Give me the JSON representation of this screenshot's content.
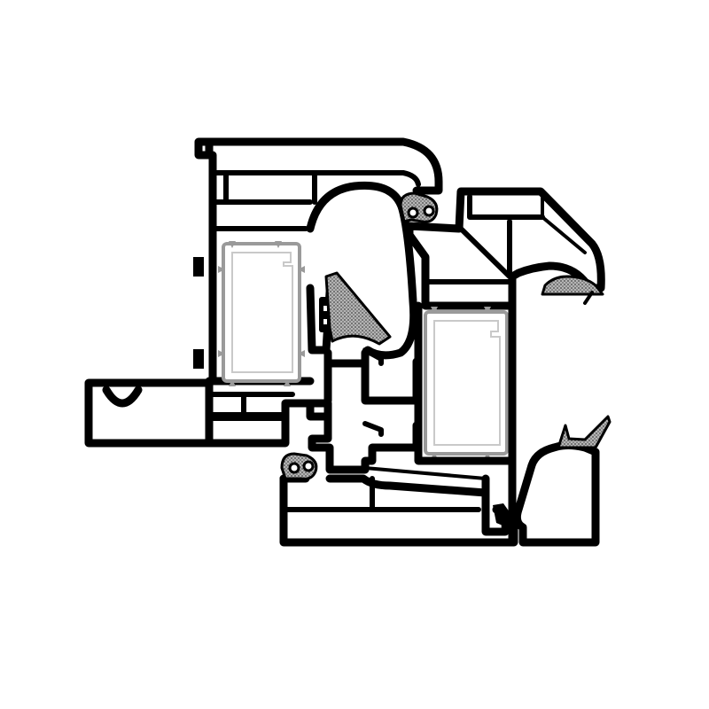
{
  "diagram": {
    "type": "window-profile-cross-section",
    "colors": {
      "profile_outline": "#000000",
      "background": "#ffffff",
      "steel_reinforcement": "#9a9a9a",
      "gasket_fill": "#b5b5b5"
    },
    "components": [
      {
        "name": "frame-profile",
        "icon": "pvc-frame"
      },
      {
        "name": "sash-profile",
        "icon": "pvc-sash"
      },
      {
        "name": "glazing-bead",
        "icon": "bead"
      },
      {
        "name": "frame-steel-reinforcement",
        "icon": "steel-u-channel"
      },
      {
        "name": "sash-steel-reinforcement",
        "icon": "steel-u-channel"
      },
      {
        "name": "sealing-gaskets",
        "icon": "rubber-gasket"
      },
      {
        "name": "hardware-groove",
        "icon": "euro-groove"
      }
    ]
  }
}
